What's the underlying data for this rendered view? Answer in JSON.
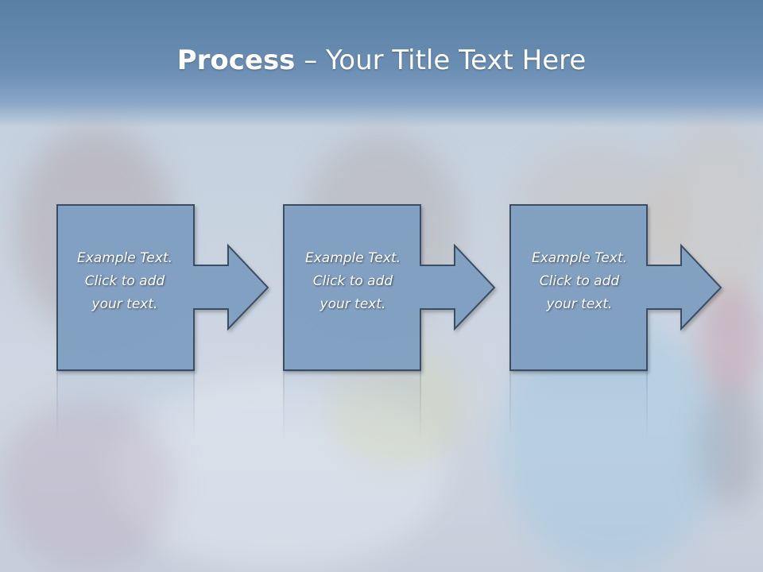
{
  "title": {
    "bold": "Process",
    "rest": " – Your Title Text Here"
  },
  "steps": [
    {
      "line1": "Example Text.",
      "line2": "Click  to add",
      "line3": "your text."
    },
    {
      "line1": "Example Text.",
      "line2": "Click  to add",
      "line3": "your text."
    },
    {
      "line1": "Example Text.",
      "line2": "Click  to add",
      "line3": "your text."
    }
  ],
  "colors": {
    "title_band": "#5f84aa",
    "box_fill": "#7f9fc2",
    "box_stroke": "#3a4d62",
    "text": "#ffffff"
  },
  "icons": [
    "right-arrow-icon"
  ]
}
